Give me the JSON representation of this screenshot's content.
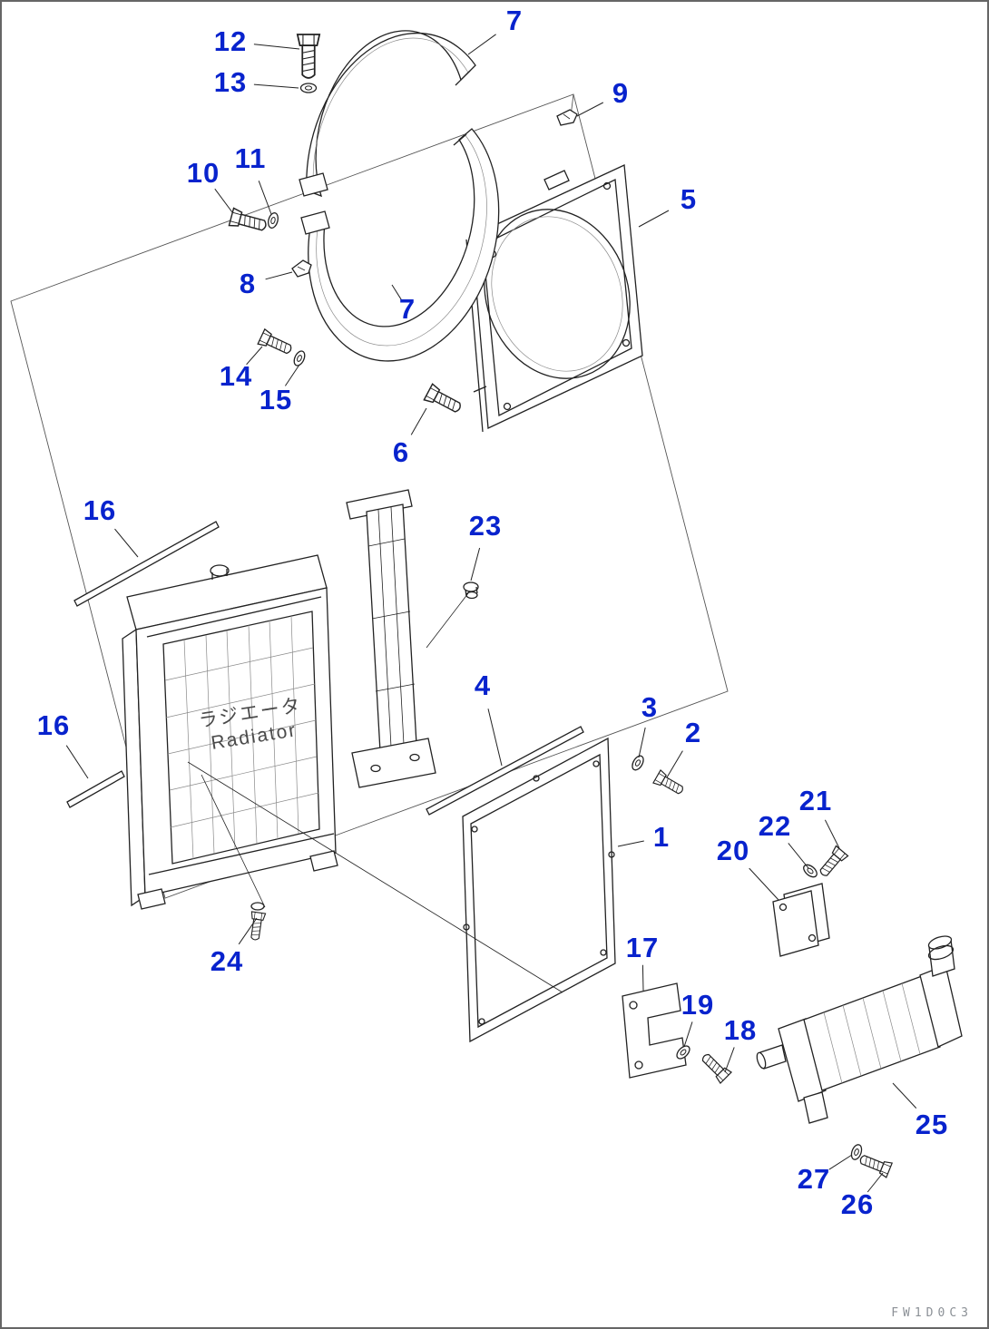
{
  "diagram": {
    "type": "exploded-parts-diagram",
    "subject": "Radiator and cooling system parts",
    "radiator_label": {
      "jp": "ラジエータ",
      "en": "Radiator"
    },
    "doc_code": "FW1D0C3",
    "colors": {
      "callout": "#0823cd",
      "line": "#222222",
      "plane_line": "#555555"
    },
    "callouts": [
      {
        "num": "12",
        "label": [
          252,
          44
        ],
        "target": [
          328,
          52
        ]
      },
      {
        "num": "13",
        "label": [
          252,
          89
        ],
        "target": [
          327,
          95
        ]
      },
      {
        "num": "7",
        "label": [
          565,
          21
        ],
        "target": [
          514,
          58
        ]
      },
      {
        "num": "9",
        "label": [
          682,
          101
        ],
        "target": [
          634,
          126
        ]
      },
      {
        "num": "10",
        "label": [
          222,
          189
        ],
        "target": [
          254,
          232
        ]
      },
      {
        "num": "11",
        "label": [
          274,
          173
        ],
        "target": [
          297,
          234
        ]
      },
      {
        "num": "5",
        "label": [
          757,
          218
        ],
        "target": [
          702,
          248
        ]
      },
      {
        "num": "8",
        "label": [
          271,
          311
        ],
        "target": [
          320,
          298
        ]
      },
      {
        "num": "7",
        "label": [
          447,
          339
        ],
        "target": [
          430,
          312
        ]
      },
      {
        "num": "14",
        "label": [
          258,
          413
        ],
        "target": [
          287,
          380
        ]
      },
      {
        "num": "15",
        "label": [
          302,
          439
        ],
        "target": [
          328,
          400
        ]
      },
      {
        "num": "6",
        "label": [
          440,
          497
        ],
        "target": [
          468,
          448
        ]
      },
      {
        "num": "16",
        "label": [
          108,
          561
        ],
        "target": [
          150,
          612
        ]
      },
      {
        "num": "23",
        "label": [
          533,
          578
        ],
        "target": [
          517,
          638
        ]
      },
      {
        "num": "4",
        "label": [
          530,
          754
        ],
        "target": [
          551,
          842
        ]
      },
      {
        "num": "3",
        "label": [
          714,
          778
        ],
        "target": [
          702,
          833
        ]
      },
      {
        "num": "2",
        "label": [
          762,
          806
        ],
        "target": [
          733,
          855
        ]
      },
      {
        "num": "16",
        "label": [
          57,
          798
        ],
        "target": [
          95,
          856
        ]
      },
      {
        "num": "1",
        "label": [
          727,
          921
        ],
        "target": [
          679,
          931
        ]
      },
      {
        "num": "21",
        "label": [
          897,
          881
        ],
        "target": [
          923,
          933
        ]
      },
      {
        "num": "22",
        "label": [
          852,
          909
        ],
        "target": [
          889,
          955
        ]
      },
      {
        "num": "20",
        "label": [
          806,
          936
        ],
        "target": [
          856,
          990
        ]
      },
      {
        "num": "24",
        "label": [
          248,
          1058
        ],
        "target": [
          281,
          1010
        ]
      },
      {
        "num": "17",
        "label": [
          706,
          1043
        ],
        "target": [
          707,
          1090
        ]
      },
      {
        "num": "19",
        "label": [
          767,
          1106
        ],
        "target": [
          752,
          1152
        ]
      },
      {
        "num": "18",
        "label": [
          814,
          1134
        ],
        "target": [
          797,
          1180
        ]
      },
      {
        "num": "25",
        "label": [
          1025,
          1238
        ],
        "target": [
          982,
          1192
        ]
      },
      {
        "num": "27",
        "label": [
          895,
          1298
        ],
        "target": [
          937,
          1271
        ]
      },
      {
        "num": "26",
        "label": [
          943,
          1326
        ],
        "target": [
          971,
          1291
        ]
      }
    ]
  }
}
